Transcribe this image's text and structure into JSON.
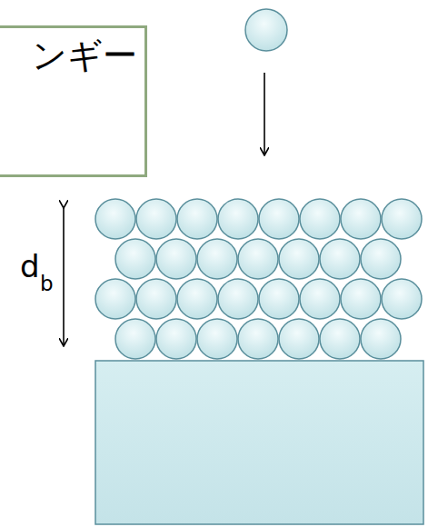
{
  "diagram": {
    "nodes": [
      {
        "text": [
          "ンギー"
        ]
      }
    ],
    "labels": [
      "d",
      "b"
    ]
  }
}
